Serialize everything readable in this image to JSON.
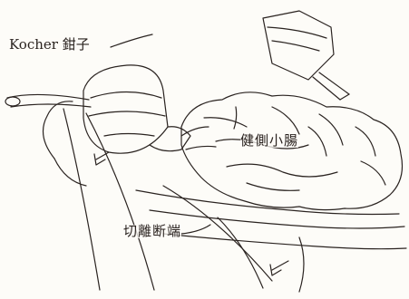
{
  "labels": {
    "kocher_forceps": "Kocher 鉗子",
    "healthy_small_intestine": "健側小腸",
    "resected_end": "切離断端"
  },
  "colors": {
    "line": "#2a2320",
    "paper": "#fdfcf8"
  }
}
